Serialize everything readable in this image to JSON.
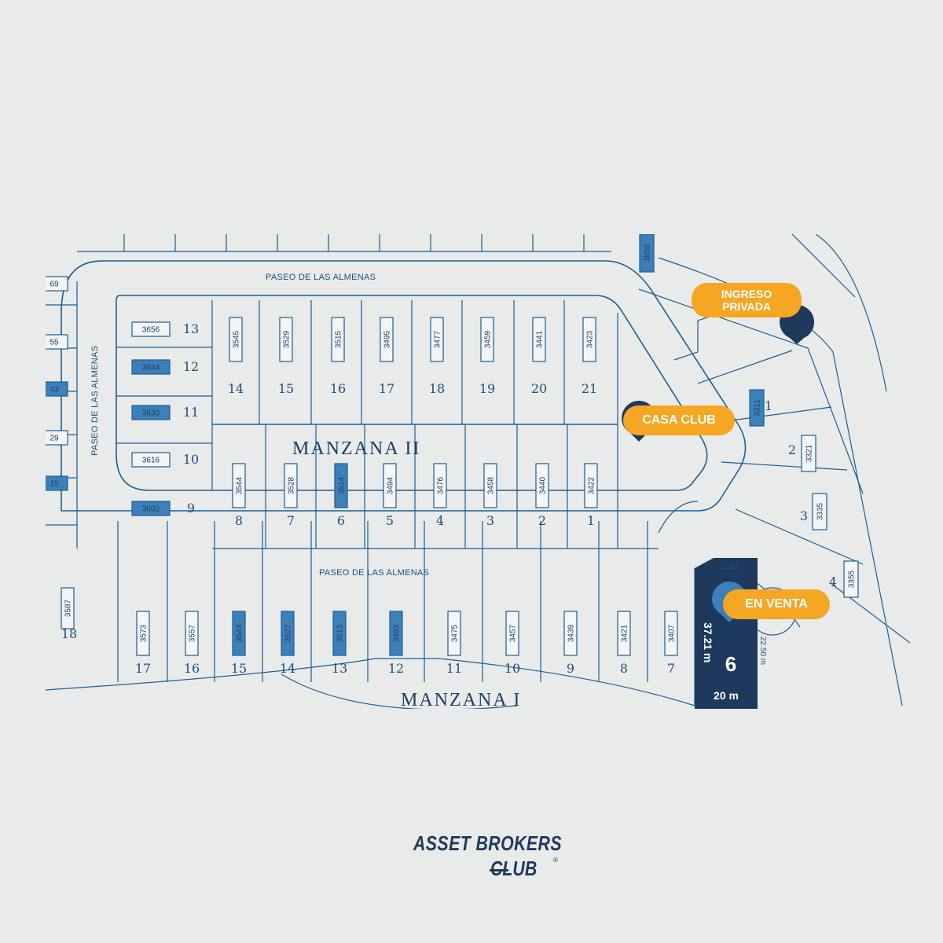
{
  "streets": {
    "top": "PASEO DE LAS ALMENAS",
    "left": "PASEO DE LAS ALMENAS",
    "bottom": "PASEO DE LAS ALMENAS"
  },
  "blocks": {
    "manzana_ii": "MANZANA II",
    "manzana_i": "MANZANA I"
  },
  "manzana_ii_west": [
    {
      "code": "3656",
      "lot": "13",
      "filled": false
    },
    {
      "code": "3644",
      "lot": "12",
      "filled": true
    },
    {
      "code": "3630",
      "lot": "11",
      "filled": true
    },
    {
      "code": "3616",
      "lot": "10",
      "filled": false
    },
    {
      "code": "3602",
      "lot": "9",
      "filled": true
    }
  ],
  "manzana_ii_north": [
    {
      "code": "3545",
      "lot": "14",
      "filled": false
    },
    {
      "code": "3529",
      "lot": "15",
      "filled": false
    },
    {
      "code": "3515",
      "lot": "16",
      "filled": false
    },
    {
      "code": "3495",
      "lot": "17",
      "filled": false
    },
    {
      "code": "3477",
      "lot": "18",
      "filled": false
    },
    {
      "code": "3459",
      "lot": "19",
      "filled": false
    },
    {
      "code": "3441",
      "lot": "20",
      "filled": false
    },
    {
      "code": "3423",
      "lot": "21",
      "filled": false
    }
  ],
  "manzana_ii_south": [
    {
      "code": "3544",
      "lot": "8",
      "filled": false
    },
    {
      "code": "3528",
      "lot": "7",
      "filled": false
    },
    {
      "code": "3514",
      "lot": "6",
      "filled": true
    },
    {
      "code": "3494",
      "lot": "5",
      "filled": false
    },
    {
      "code": "3476",
      "lot": "4",
      "filled": false
    },
    {
      "code": "3458",
      "lot": "3",
      "filled": false
    },
    {
      "code": "3440",
      "lot": "2",
      "filled": false
    },
    {
      "code": "3422",
      "lot": "1",
      "filled": false
    }
  ],
  "manzana_i": [
    {
      "code": "3573",
      "lot": "17",
      "filled": false
    },
    {
      "code": "3557",
      "lot": "16",
      "filled": false
    },
    {
      "code": "3543",
      "lot": "15",
      "filled": true
    },
    {
      "code": "3527",
      "lot": "14",
      "filled": true
    },
    {
      "code": "3513",
      "lot": "13",
      "filled": true
    },
    {
      "code": "3493",
      "lot": "12",
      "filled": true
    },
    {
      "code": "3475",
      "lot": "11",
      "filled": false
    },
    {
      "code": "3457",
      "lot": "10",
      "filled": false
    },
    {
      "code": "3439",
      "lot": "9",
      "filled": false
    },
    {
      "code": "3421",
      "lot": "8",
      "filled": false
    },
    {
      "code": "3407",
      "lot": "7",
      "filled": false
    }
  ],
  "east_lots": [
    {
      "code": "3311",
      "lot": "1",
      "filled": true
    },
    {
      "code": "3321",
      "lot": "2",
      "filled": false
    },
    {
      "code": "3335",
      "lot": "3",
      "filled": false
    },
    {
      "code": "3355",
      "lot": "4",
      "filled": false
    }
  ],
  "lot18": {
    "code": "3587",
    "lot": "18"
  },
  "top_lot": {
    "code": "3850"
  },
  "left_edge_codes": [
    "69",
    "55",
    "43",
    "29",
    "15"
  ],
  "featured_lot": {
    "number": "6",
    "depth": "37.21 m",
    "front": "20 m",
    "side_right": "22.50 m",
    "corner": "11.91"
  },
  "markers": {
    "ingreso": "INGRESO PRIVADA",
    "casa_club": "CASA CLUB",
    "en_venta": "EN VENTA"
  },
  "colors": {
    "background": "#e9eaea",
    "line": "#1b5f94",
    "lot_fill": "#3d7fb8",
    "featured": "#1d3a5c",
    "accent": "#f5a623"
  },
  "logo": {
    "line1": "ASSET BROKERS",
    "line2": "CLUB",
    "reg": "®"
  }
}
